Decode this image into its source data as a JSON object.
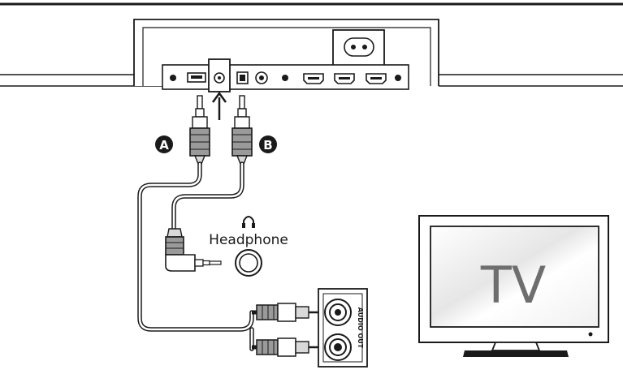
{
  "labels": {
    "marker_a": "A",
    "marker_b": "B",
    "headphone": "Headphone",
    "audio_out": "AUDIO OUT",
    "tv": "TV"
  },
  "icons": {
    "headphone_symbol": "headphone-icon",
    "power_socket": "power-socket-icon",
    "arrow": "arrow-up-icon"
  },
  "colors": {
    "line": "#1a1a1a",
    "gray_fill": "#9a9a9a",
    "light_fill": "#d9d9d9",
    "screen_text": "#6e6e6e"
  }
}
